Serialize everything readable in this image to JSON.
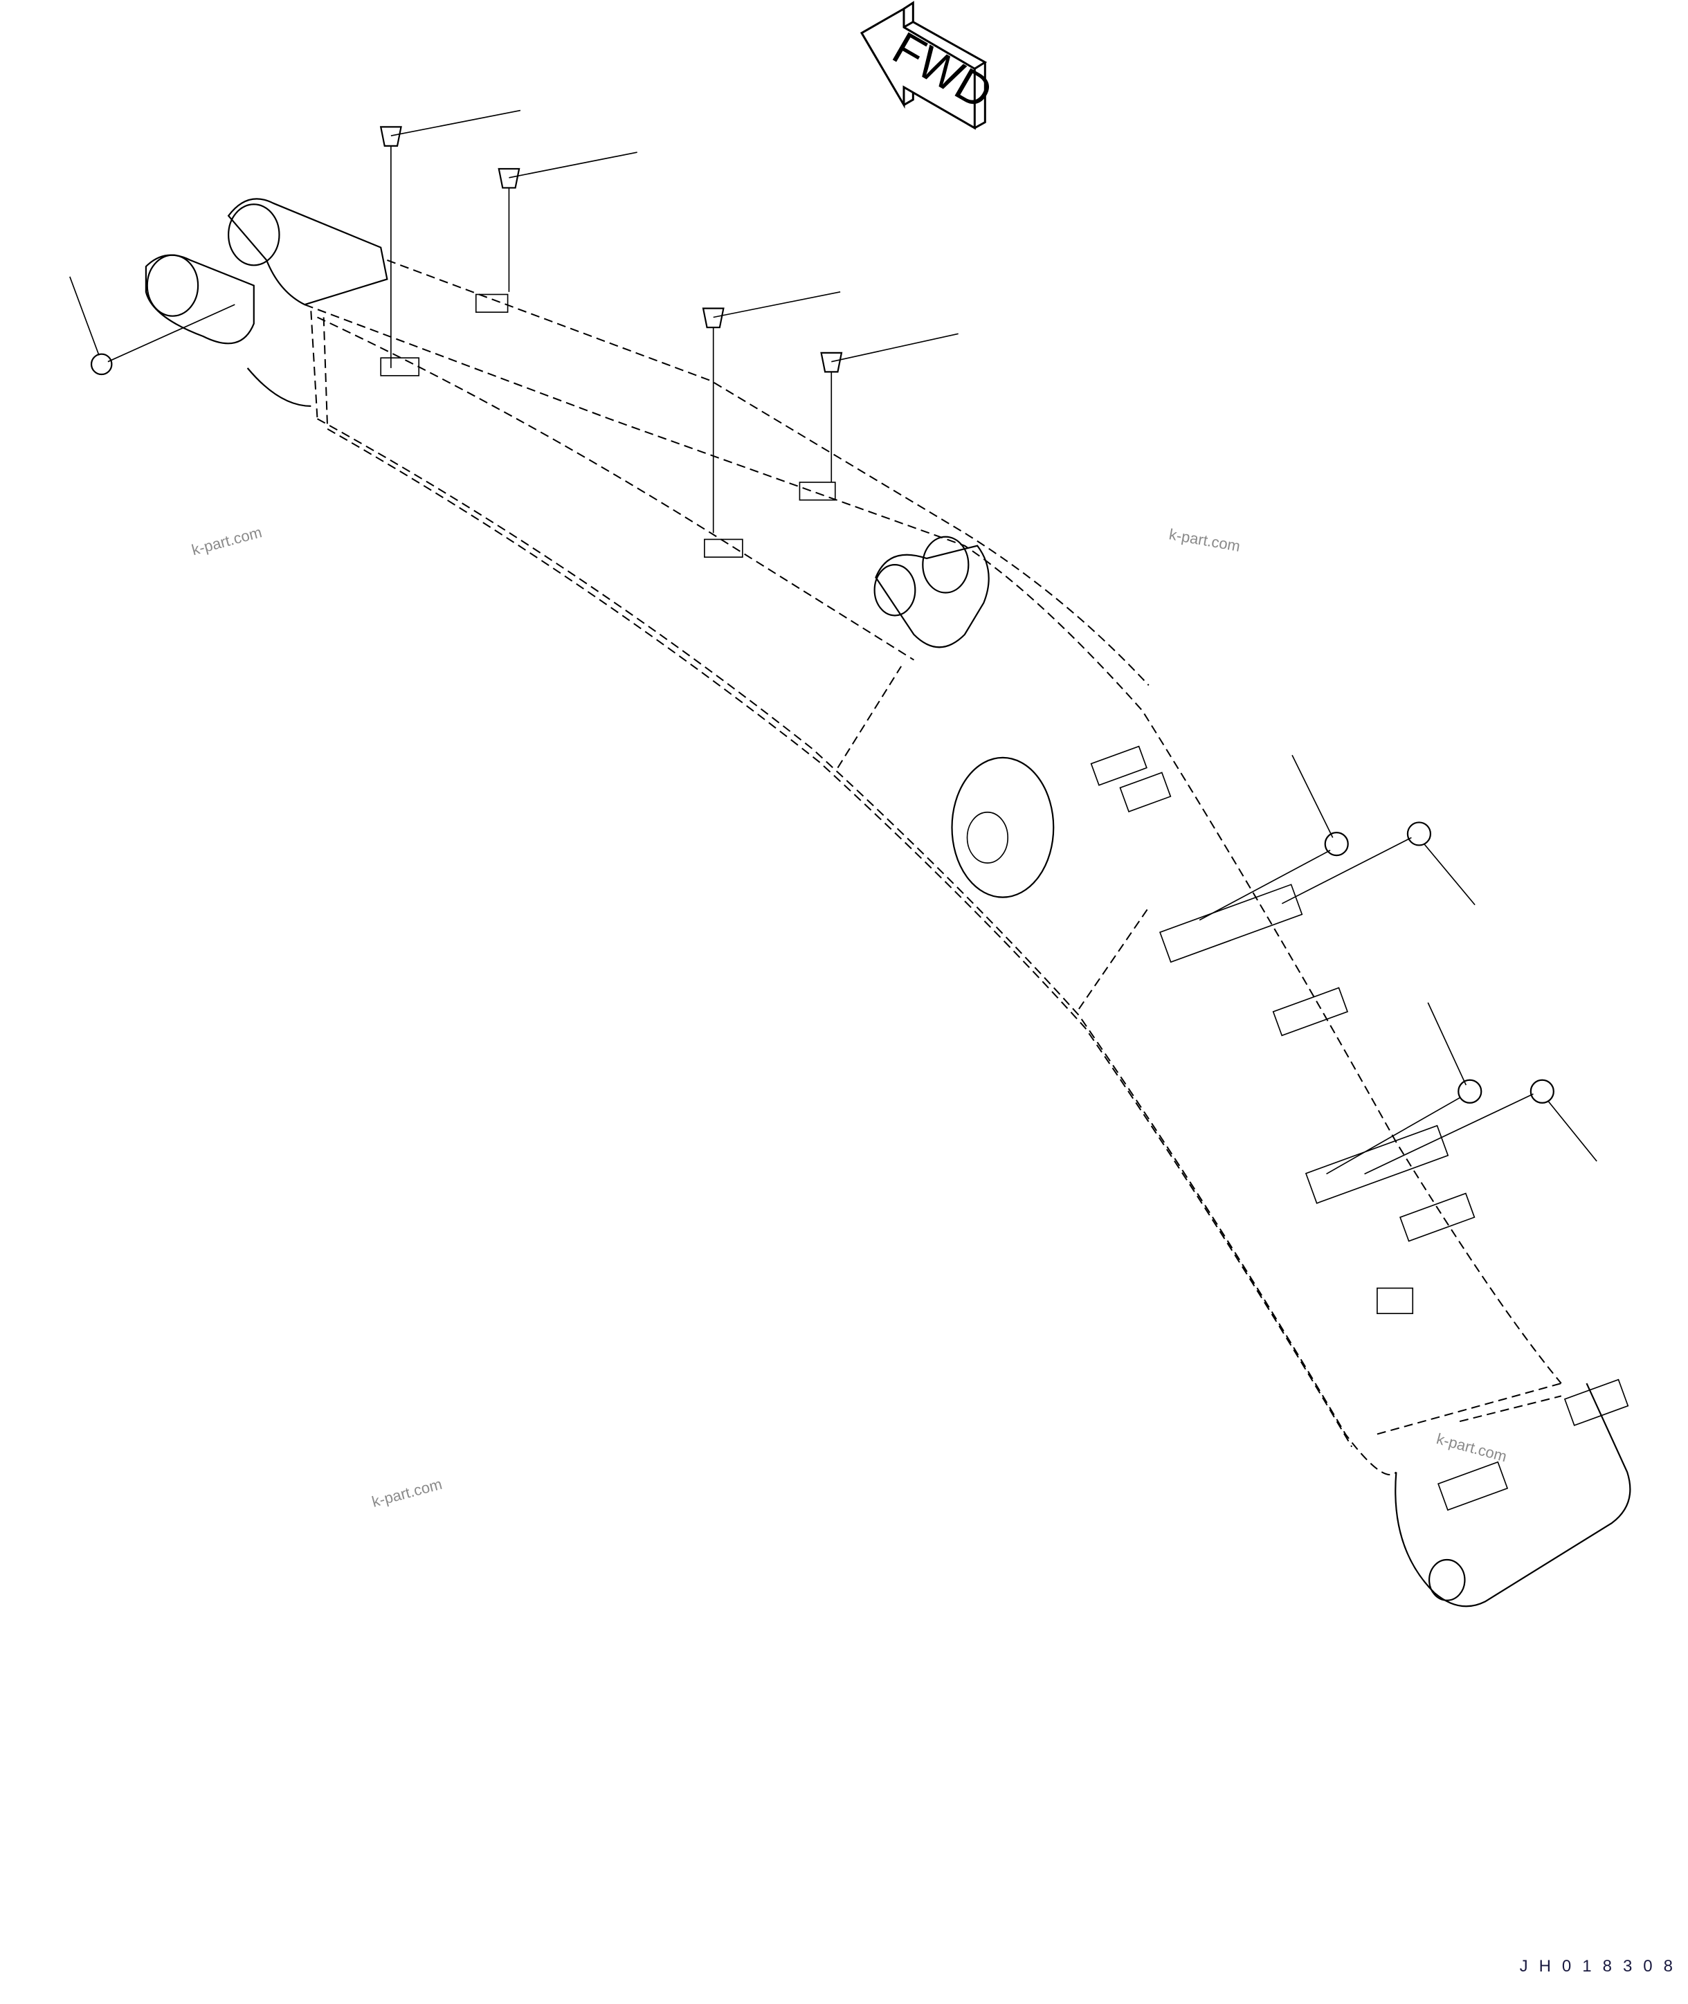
{
  "direction_marker": {
    "label": "FWD",
    "icon": "forward-arrow-icon"
  },
  "drawing_code": "JH018308",
  "watermarks": [
    "k-part.com",
    "k-part.com",
    "k-part.com",
    "k-part.com"
  ],
  "callouts": [
    {
      "icon": "grease-fitting-icon"
    },
    {
      "icon": "grease-fitting-icon"
    },
    {
      "icon": "grease-fitting-icon"
    },
    {
      "icon": "grease-fitting-icon"
    },
    {
      "icon": "grease-fitting-icon"
    },
    {
      "icon": "grease-fitting-icon"
    },
    {
      "icon": "grease-fitting-icon"
    },
    {
      "icon": "grease-fitting-icon"
    },
    {
      "icon": "grease-fitting-icon"
    }
  ],
  "colors": {
    "line": "#000000",
    "watermark": "#8a8a8a",
    "background": "#ffffff"
  }
}
